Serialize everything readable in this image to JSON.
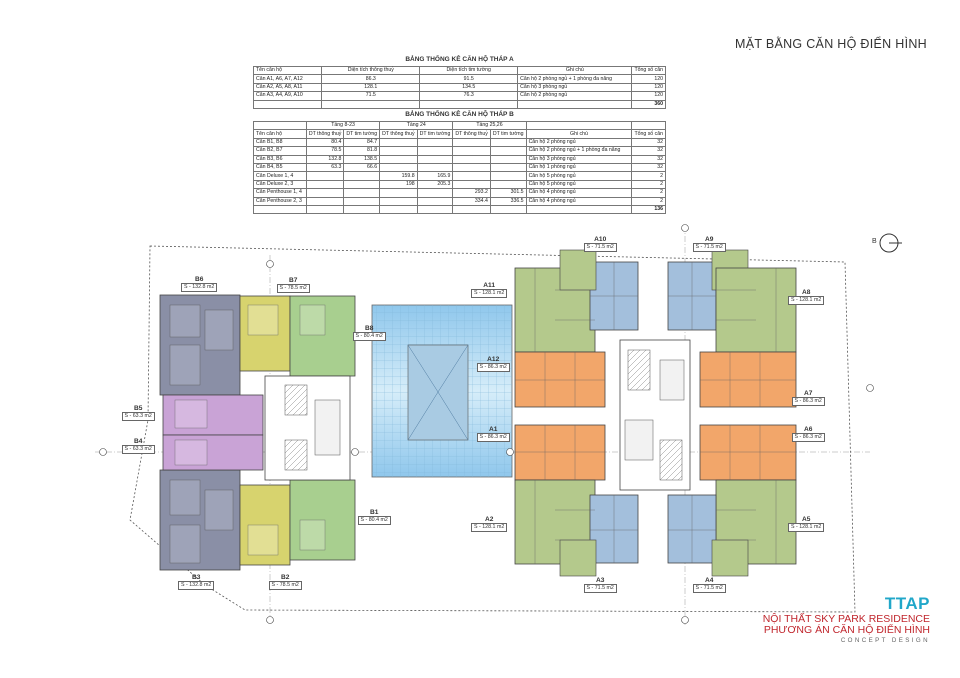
{
  "title": "MẶT BẰNG CĂN HỘ ĐIỂN HÌNH",
  "table_a": {
    "caption": "BẢNG THỐNG KÊ CĂN HỘ THÁP A",
    "headers": [
      "Tên căn hộ",
      "Diện tích thông thuỷ",
      "Diện tích tim tường",
      "Ghi chú",
      "Tổng số căn"
    ],
    "rows": [
      [
        "Căn A1, A6, A7, A12",
        "86.3",
        "91.5",
        "Căn hộ 2 phòng ngủ + 1 phòng đa năng",
        "120"
      ],
      [
        "Căn A2, A5, A8, A11",
        "128.1",
        "134.5",
        "Căn hộ 3 phòng ngủ",
        "120"
      ],
      [
        "Căn A3, A4, A9, A10",
        "71.5",
        "76.3",
        "Căn hộ 2 phòng ngủ",
        "120"
      ]
    ],
    "total": "360"
  },
  "table_b": {
    "caption": "BẢNG THỐNG KÊ CĂN HỘ THÁP B",
    "floor_groups": [
      "Tầng 8-23",
      "Tầng 24",
      "Tầng 25,26"
    ],
    "headers": [
      "Tên căn hộ",
      "DT thông thuỷ",
      "DT tim tường",
      "DT thông thuỷ",
      "DT tim tường",
      "DT thông thuỷ",
      "DT tim tường",
      "Ghi chú",
      "Tổng số căn"
    ],
    "rows": [
      [
        "Căn B1, B8",
        "80.4",
        "84.7",
        "",
        "",
        "",
        "",
        "Căn hộ 2 phòng ngủ",
        "32"
      ],
      [
        "Căn B2, B7",
        "78.5",
        "81.8",
        "",
        "",
        "",
        "",
        "Căn hộ 2 phòng ngủ + 1 phòng đa năng",
        "32"
      ],
      [
        "Căn B3, B6",
        "132.8",
        "138.5",
        "",
        "",
        "",
        "",
        "Căn hộ 3 phòng ngủ",
        "32"
      ],
      [
        "Căn B4, B5",
        "63.3",
        "66.6",
        "",
        "",
        "",
        "",
        "Căn hộ 1 phòng ngủ",
        "32"
      ],
      [
        "Căn Deluxe 1, 4",
        "",
        "",
        "159.8",
        "165.9",
        "",
        "",
        "Căn hộ 5 phòng ngủ",
        "2"
      ],
      [
        "Căn Deluxe 2, 3",
        "",
        "",
        "198",
        "205.3",
        "",
        "",
        "Căn hộ 5 phòng ngủ",
        "2"
      ],
      [
        "Căn Penthouse 1, 4",
        "",
        "",
        "",
        "",
        "293.2",
        "301.5",
        "Căn hộ 4 phòng ngủ",
        "2"
      ],
      [
        "Căn Penthouse 2, 3",
        "",
        "",
        "",
        "",
        "334.4",
        "336.5",
        "Căn hộ 4 phòng ngủ",
        "2"
      ]
    ],
    "total": "136"
  },
  "units": {
    "B6": {
      "name": "B6",
      "area": "S - 132.8 m2"
    },
    "B7": {
      "name": "B7",
      "area": "S - 78.5 m2"
    },
    "B8": {
      "name": "B8",
      "area": "S - 80.4 m2"
    },
    "B5": {
      "name": "B5",
      "area": "S - 63.3 m2"
    },
    "B4": {
      "name": "B4",
      "area": "S - 63.3 m2"
    },
    "B3": {
      "name": "B3",
      "area": "S - 132.8 m2"
    },
    "B2": {
      "name": "B2",
      "area": "S - 78.5 m2"
    },
    "B1": {
      "name": "B1",
      "area": "S - 80.4 m2"
    },
    "A1": {
      "name": "A1",
      "area": "S - 86.3 m2"
    },
    "A2": {
      "name": "A2",
      "area": "S - 128.1 m2"
    },
    "A3": {
      "name": "A3",
      "area": "S - 71.5 m2"
    },
    "A4": {
      "name": "A4",
      "area": "S - 71.5 m2"
    },
    "A5": {
      "name": "A5",
      "area": "S - 128.1 m2"
    },
    "A6": {
      "name": "A6",
      "area": "S - 86.3 m2"
    },
    "A7": {
      "name": "A7",
      "area": "S - 86.3 m2"
    },
    "A8": {
      "name": "A8",
      "area": "S - 128.1 m2"
    },
    "A9": {
      "name": "A9",
      "area": "S - 71.5 m2"
    },
    "A10": {
      "name": "A10",
      "area": "S - 71.5 m2"
    },
    "A11": {
      "name": "A11",
      "area": "S - 128.1 m2"
    },
    "A12": {
      "name": "A12",
      "area": "S - 86.3 m2"
    }
  },
  "section_marker": "B",
  "colors": {
    "unit_3br_b": "#8a8fa6",
    "unit_2br_b": "#d7d36e",
    "unit_2br_b_green": "#a8cf8f",
    "unit_1br_b": "#c9a3d6",
    "unit_a_green": "#b4c98c",
    "unit_a_blue": "#a3bfdc",
    "unit_a_orange": "#f2a66a",
    "pool": "#9fd0ef",
    "brand_blue": "#21a7c9",
    "brand_red": "#c0262d"
  },
  "logo": {
    "brand": "TTAP",
    "line1": "NỘI THẤT SKY PARK RESIDENCE",
    "line2": "PHƯƠNG ÁN CĂN HỘ ĐIỂN HÌNH",
    "line3": "CONCEPT DESIGN"
  }
}
